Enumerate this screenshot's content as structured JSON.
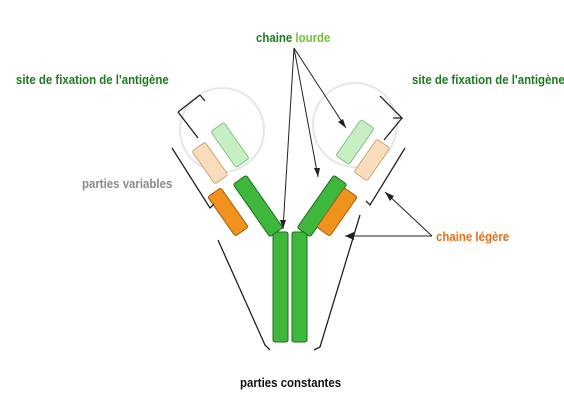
{
  "labels": {
    "heavy_chain_word1": "chaine",
    "heavy_chain_word2": "lourde",
    "antigen_site_left": "site de fixation de l'antigène",
    "antigen_site_right": "site de fixation de l'antigène",
    "variable_parts": "parties variables",
    "light_chain_word1": "chaine",
    "light_chain_word2": "légère",
    "constant_parts": "parties constantes"
  },
  "colors": {
    "heavy_chain_dark": "#3db83d",
    "heavy_chain_light": "#c8efc4",
    "light_chain_dark": "#f0921e",
    "light_chain_light": "#f8dcbc",
    "label_green": "#1f7a1f",
    "label_lightgreen": "#6ec23a",
    "label_gray": "#8a8a8a",
    "label_orange": "#e4701a",
    "line": "#222222"
  }
}
